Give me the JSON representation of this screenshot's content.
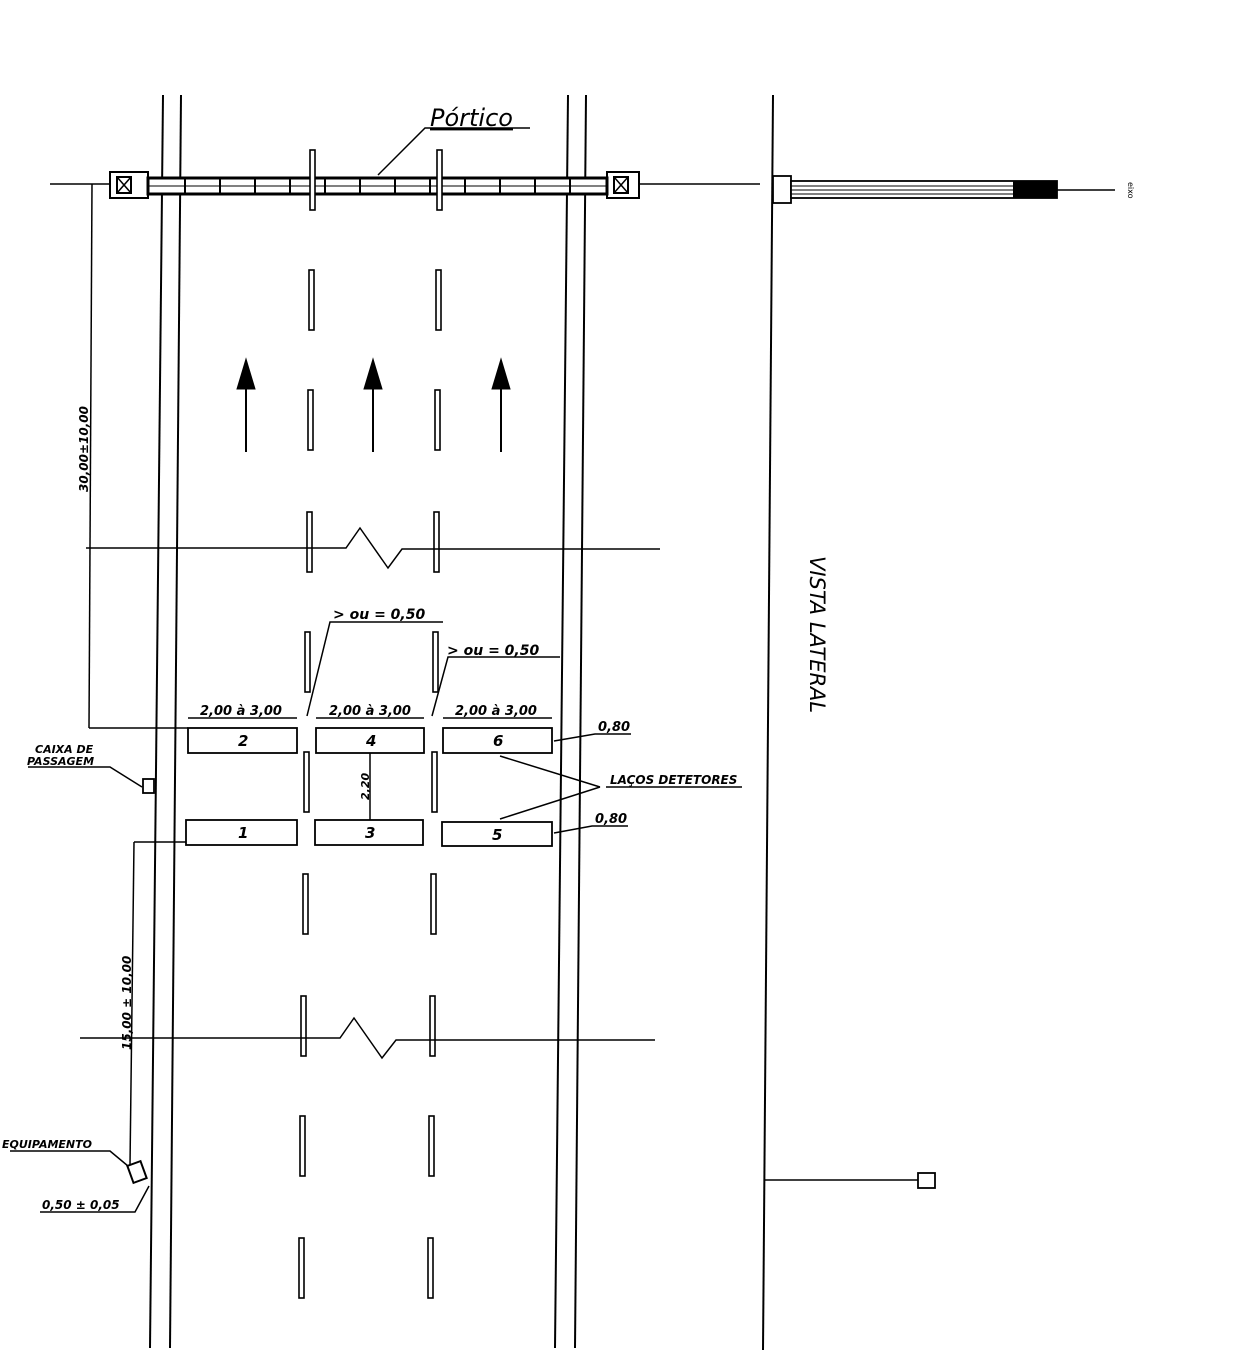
{
  "labels": {
    "portico": "Pórtico",
    "vista_lateral": "VISTA LATERAL",
    "dist_upper": "30,00±10,00",
    "dist_lower": "15,00 ± 10,00",
    "gap_a": "> ou = 0,50",
    "gap_b": "> ou = 0,50",
    "loop_len_1": "2,00 à 3,00",
    "loop_len_2": "2,00 à 3,00",
    "loop_len_3": "2,00 à 3,00",
    "loop_width_top": "0,80",
    "loop_width_bottom": "0,80",
    "loop_spacing": "2,20",
    "lacos_detetores": "LAÇOS DETETORES",
    "caixa_line1": "CAIXA DE",
    "caixa_line2": "PASSAGEM",
    "equipamento": "EQUIPAMENTO",
    "equip_offset": "0,50 ± 0,05",
    "side_label": "eixo"
  },
  "loops": [
    "1",
    "2",
    "3",
    "4",
    "5",
    "6"
  ]
}
